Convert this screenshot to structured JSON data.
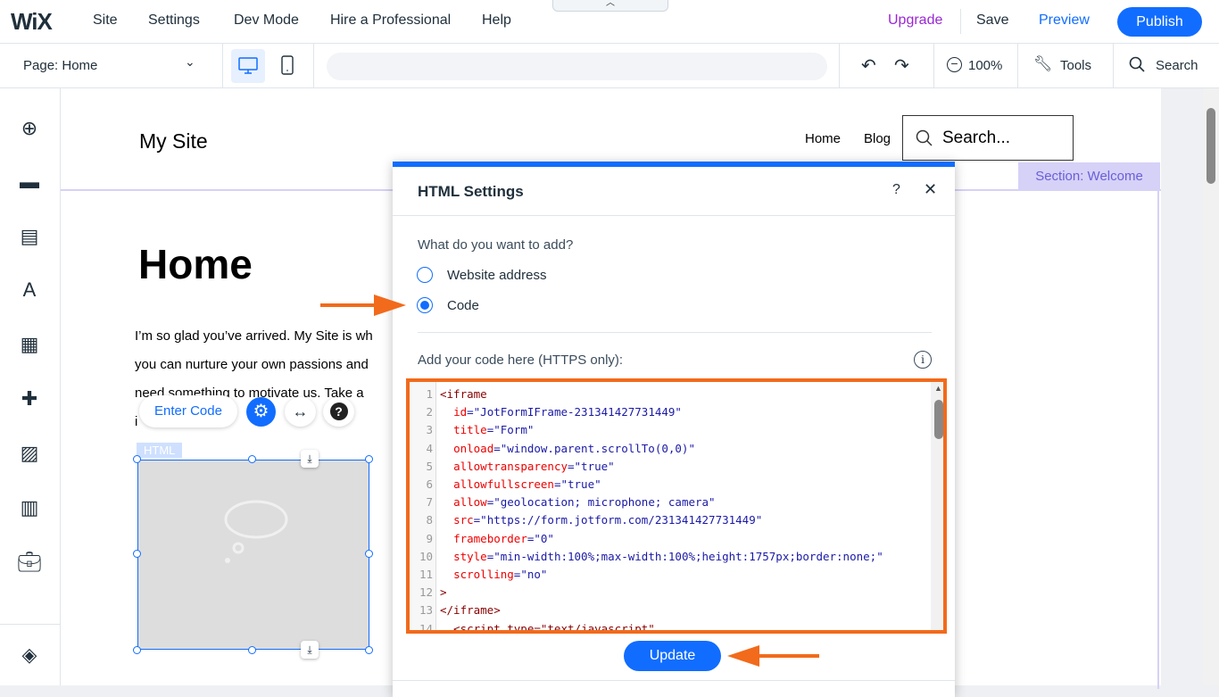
{
  "topbar": {
    "logo": "WiX",
    "menu": [
      "Site",
      "Settings",
      "Dev Mode",
      "Hire a Professional",
      "Help"
    ],
    "upgrade": "Upgrade",
    "save": "Save",
    "preview": "Preview",
    "publish": "Publish"
  },
  "toolbar": {
    "page": "Page: Home",
    "zoom": "100%",
    "tools": "Tools",
    "search": "Search"
  },
  "site": {
    "title": "My Site",
    "nav": [
      "Home",
      "Blog"
    ],
    "search_placeholder": "Search...",
    "section_label": "Section: Welcome",
    "heading": "Home",
    "paragraph": [
      "I’m so glad you’ve arrived. My Site is wh",
      "you can nurture your own passions and",
      "need something to motivate us. Take a",
      "i"
    ],
    "enter_code": "Enter Code",
    "html_label": "HTML"
  },
  "panel": {
    "title": "HTML Settings",
    "question": "What do you want to add?",
    "options": [
      "Website address",
      "Code"
    ],
    "selected": "Code",
    "code_label": "Add your code here (HTTPS only):",
    "update": "Update",
    "code_lines": [
      [
        "<iframe"
      ],
      [
        "  ",
        "id",
        "=\"JotFormIFrame-231341427731449\""
      ],
      [
        "  ",
        "title",
        "=\"Form\""
      ],
      [
        "  ",
        "onload",
        "=\"window.parent.scrollTo(0,0)\""
      ],
      [
        "  ",
        "allowtransparency",
        "=\"true\""
      ],
      [
        "  ",
        "allowfullscreen",
        "=\"true\""
      ],
      [
        "  ",
        "allow",
        "=\"geolocation; microphone; camera\""
      ],
      [
        "  ",
        "src",
        "=\"https://form.jotform.com/231341427731449\""
      ],
      [
        "  ",
        "frameborder",
        "=\"0\""
      ],
      [
        "  ",
        "style",
        "=\"min-width:100%;max-width:100%;height:1757px;border:none;\""
      ],
      [
        "  ",
        "scrolling",
        "=\"no\""
      ],
      [
        ">"
      ],
      [
        "</iframe>"
      ],
      [
        "  <script type=\"text/javascript\""
      ]
    ]
  },
  "colors": {
    "accent": "#116dff",
    "highlight": "#f26a1b",
    "upgrade": "#9a27d5"
  }
}
